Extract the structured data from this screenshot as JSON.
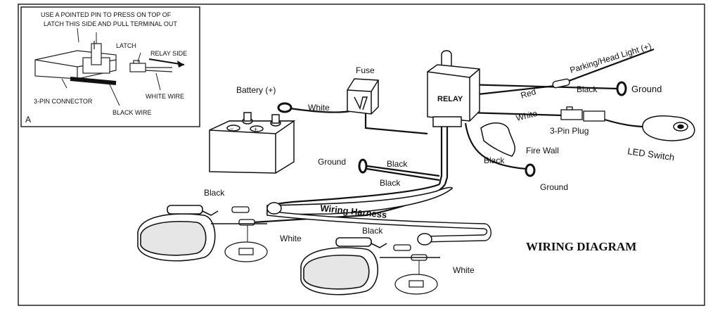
{
  "title": "WIRING DIAGRAM",
  "inset": {
    "instruction_line1": "USE A POINTED PIN TO PRESS ON TOP OF",
    "instruction_line2": "LATCH THIS SIDE AND PULL TERMINAL OUT",
    "latch": "LATCH",
    "relay_side": "RELAY SIDE",
    "white_wire": "WHITE WIRE",
    "connector": "3-PIN CONNECTOR",
    "black_wire": "BLACK WIRE",
    "panel_letter": "A"
  },
  "labels": {
    "fuse": "Fuse",
    "relay": "RELAY",
    "battery": "Battery (+)",
    "white_battery": "White",
    "parking_light": "Parking/Head Light (+)",
    "red": "Red",
    "black_relay": "Black",
    "ground_top": "Ground",
    "white_plug": "White",
    "plug": "3-Pin Plug",
    "fire_wall": "Fire Wall",
    "led_switch": "LED Switch",
    "black_firewall": "Black",
    "ground_right": "Ground",
    "ground_left": "Ground",
    "black_ground1": "Black",
    "black_ground2": "Black",
    "black_left_lamp": "Black",
    "harness": "Wiring Harness",
    "white_left_lamp": "White",
    "black_right_lamp": "Black",
    "white_right_lamp": "White"
  }
}
